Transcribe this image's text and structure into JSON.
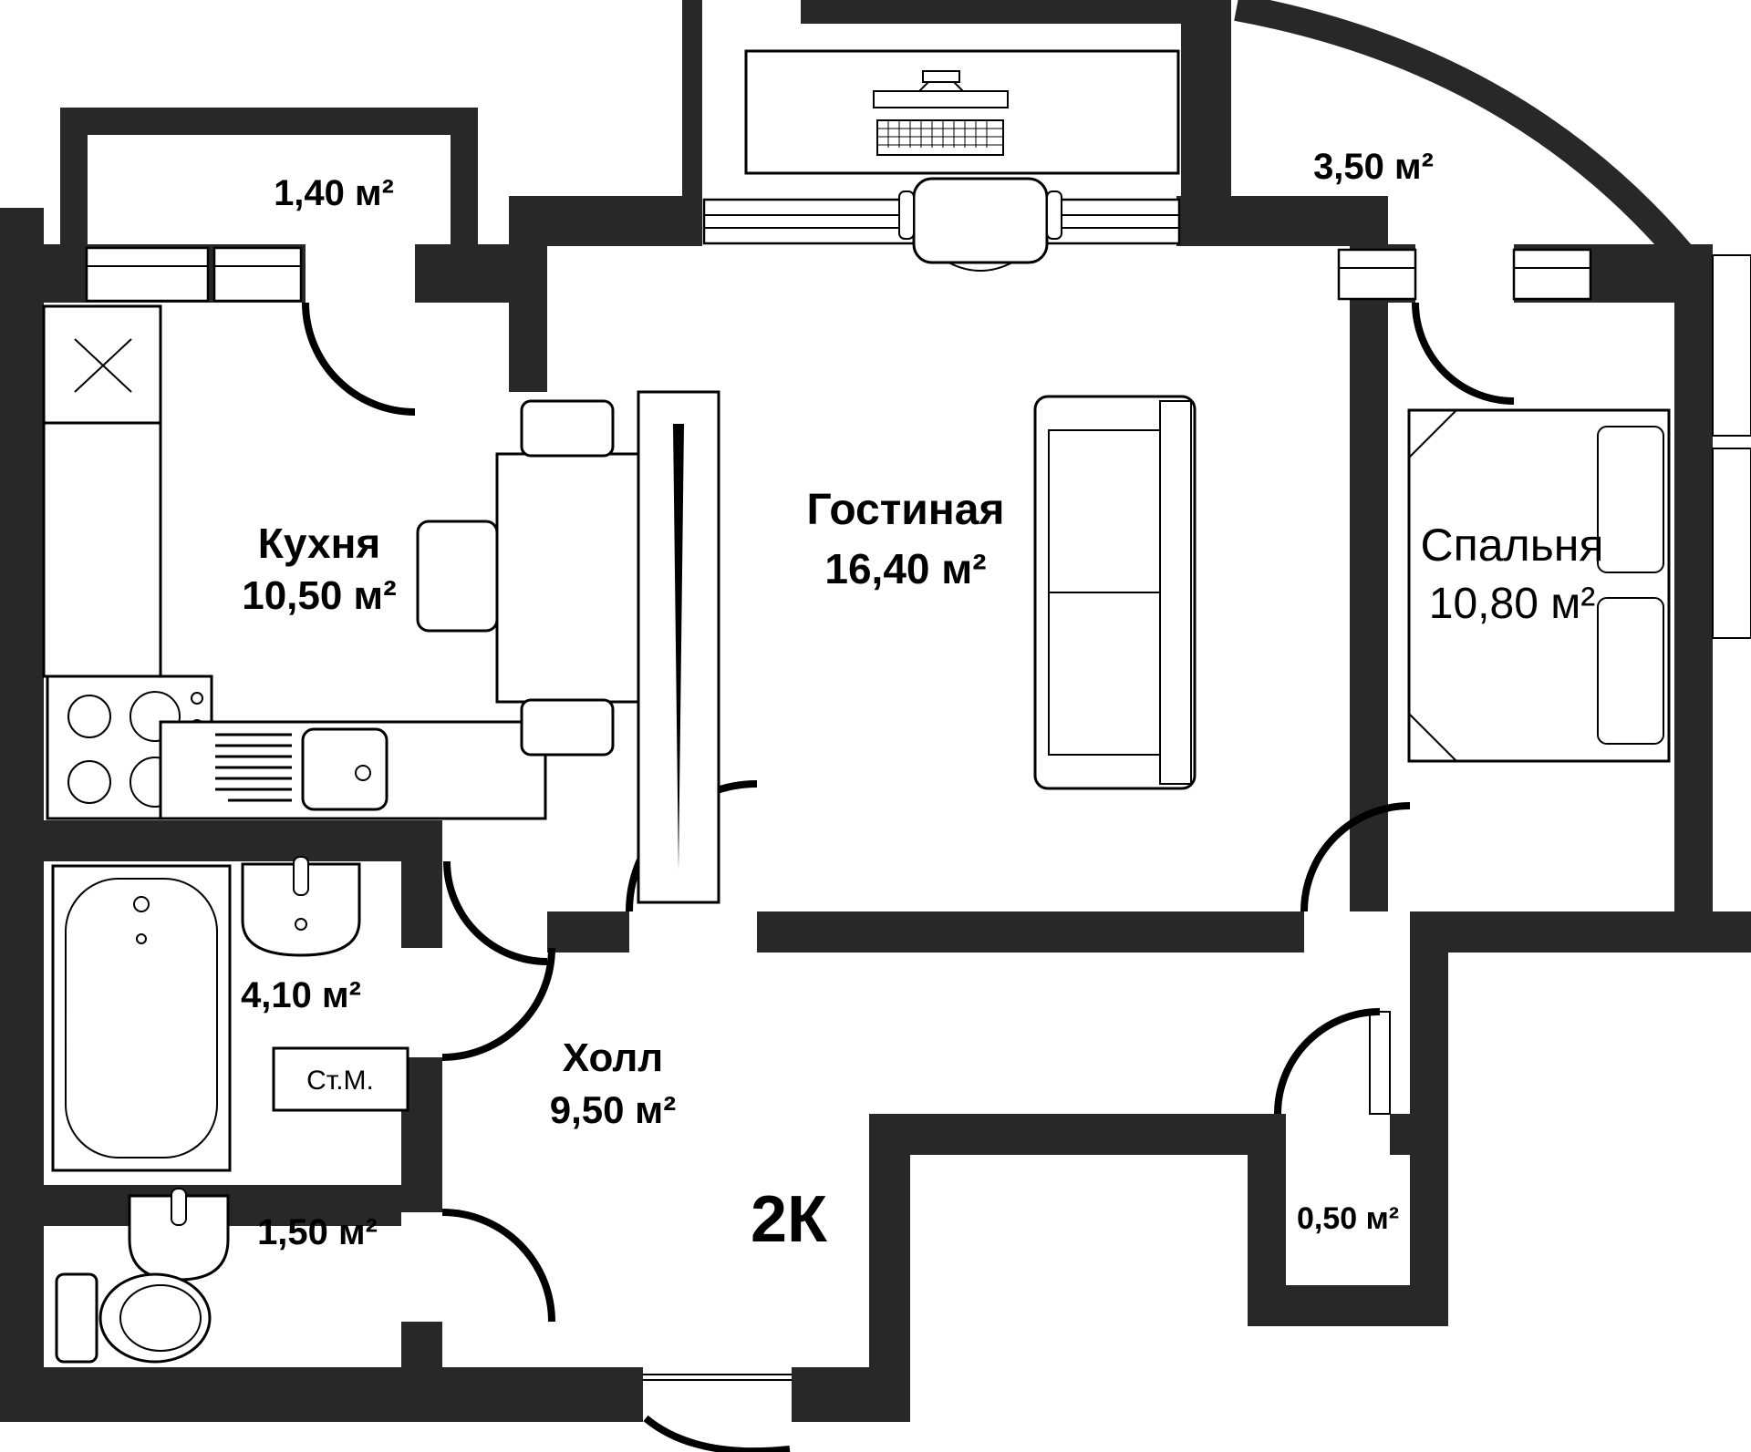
{
  "plan": {
    "apartment_type": "2К",
    "rooms": {
      "bedroom": {
        "name": "Спальня",
        "area": "10,80 м²"
      },
      "kitchen": {
        "name": "Кухня",
        "area": "10,50 м²"
      },
      "living": {
        "name": "Гостиная",
        "area": "16,40 м²"
      },
      "hall": {
        "name": "Холл",
        "area": "9,50 м²"
      },
      "bathroom": {
        "area": "4,10 м²"
      },
      "toilet": {
        "area": "1,50 м²"
      },
      "closet": {
        "area": "0,50 м²"
      },
      "balcony_left": {
        "area": "1,40 м²"
      },
      "balcony_right": {
        "area": "3,50 м²"
      }
    },
    "labels": {
      "washing_machine": "Ст.М."
    },
    "colors": {
      "wall": "#282828",
      "line": "#000000",
      "floor": "#ffffff"
    }
  }
}
